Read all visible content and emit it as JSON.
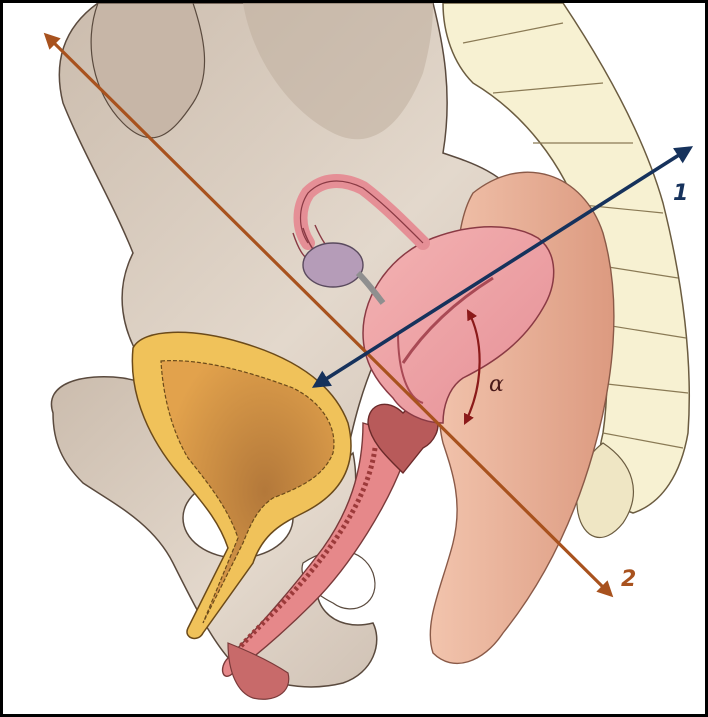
{
  "diagram": {
    "labels": {
      "axis_1": "1",
      "axis_2": "2",
      "angle": "α"
    },
    "colors": {
      "axis_1": "#16325c",
      "axis_2": "#a8521e",
      "angle": "#8b1a1a",
      "bone": "#d9cdc1",
      "bladder": "#f0c25a",
      "uterus": "#f2a6a6",
      "rectum": "#e9b7a0",
      "sacrum": "#f7f1d2"
    }
  }
}
